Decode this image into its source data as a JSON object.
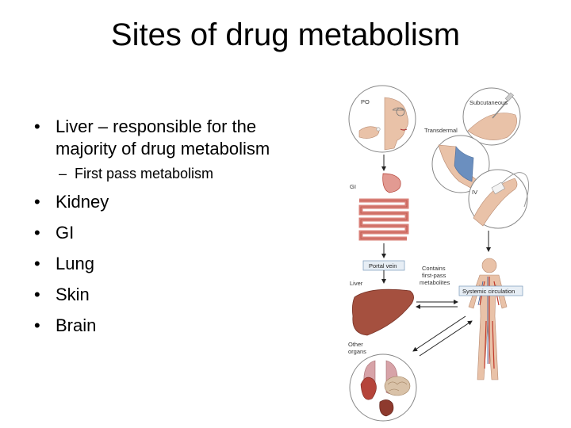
{
  "slide": {
    "title": "Sites of drug metabolism",
    "bullets": [
      {
        "text": "Liver – responsible for the majority of drug metabolism",
        "sub": [
          "First pass metabolism"
        ]
      },
      {
        "text": "Kidney"
      },
      {
        "text": "GI"
      },
      {
        "text": "Lung"
      },
      {
        "text": "Skin"
      },
      {
        "text": "Brain"
      }
    ]
  },
  "figure": {
    "labels": {
      "po": "PO",
      "subcutaneous": "Subcutaneous",
      "transdermal": "Transdermal",
      "iv": "IV",
      "gi": "GI",
      "portal_vein": "Portal vein",
      "contains_1": "Contains",
      "contains_2": "first-pass",
      "contains_3": "metabolites",
      "liver": "Liver",
      "systemic": "Systemic circulation",
      "other_1": "Other",
      "other_2": "organs"
    },
    "colors": {
      "organ_red": "#b5443a",
      "liver": "#9a4a3a",
      "skin": "#e9c2a8",
      "box_fill": "#e7eef5",
      "arrow": "#222222"
    }
  }
}
